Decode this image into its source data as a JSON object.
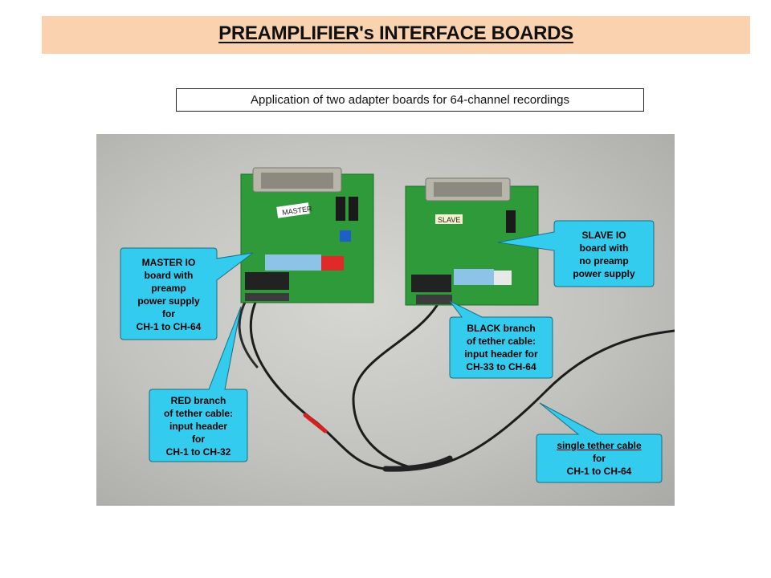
{
  "header": {
    "title": "PREAMPLIFIER's INTERFACE BOARDS"
  },
  "caption": "Application of two adapter boards for 64-channel recordings",
  "photo": {
    "master_board_label": "MASTER",
    "slave_board_label": "SLAVE"
  },
  "callouts": {
    "master": [
      "MASTER IO",
      "board with",
      "preamp",
      "power supply",
      "for",
      "CH-1 to CH-64"
    ],
    "slave": [
      "SLAVE IO",
      "board with",
      "no preamp",
      "power supply"
    ],
    "black_branch": [
      "BLACK branch",
      "of tether cable:",
      "input header for",
      "CH-33 to CH-64"
    ],
    "red_branch": [
      "RED branch",
      "of tether cable:",
      "input header",
      "for",
      "CH-1 to CH-32"
    ],
    "tether": [
      "single tether cable",
      "for",
      "CH-1 to CH-64"
    ]
  },
  "colors": {
    "callout_fill": "#33ccee",
    "title_band": "#fad2b0",
    "board_green": "#2f9a3a",
    "red_switch": "#e02a2a",
    "blue_switch": "#8ec3e8"
  }
}
